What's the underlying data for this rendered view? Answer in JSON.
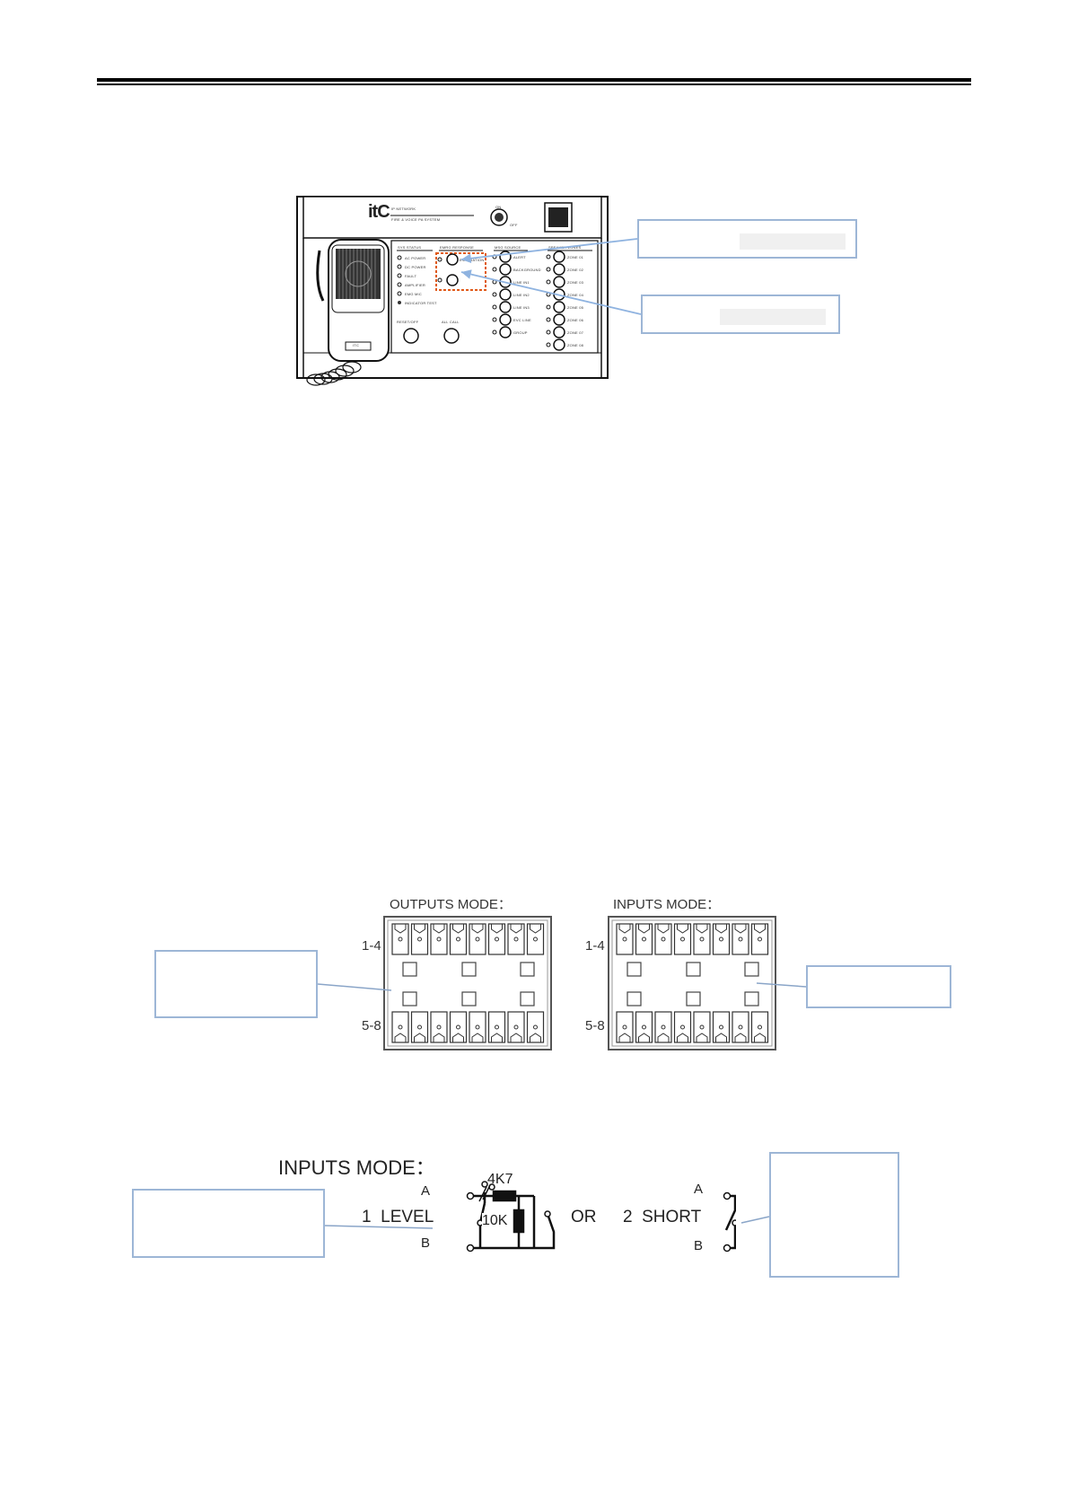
{
  "figure1": {
    "brand": "itC",
    "key_on": "ON",
    "key_off": "OFF",
    "brand_line1": "IP NETWORK",
    "brand_line2": "FIRE & VOICE PA SYSTEM",
    "headers": [
      "SYS STATUS",
      "EMRG RESPONSE",
      "MSG SOURCE",
      "SPEAKER ZONES"
    ],
    "sys_status": [
      "AC POWER",
      "DC POWER",
      "FAULT",
      "AMPLIFIER",
      "EMG MIC",
      "INDICATOR TEST"
    ],
    "emrg_labels": [
      "EVACUATION",
      ""
    ],
    "msg_source": [
      "ALERT",
      "BACKGROUND",
      "LINE IN1",
      "LINE IN2",
      "LINE IN3",
      "EVC LINE",
      "GROUP"
    ],
    "zones": [
      "ZONE 01",
      "ZONE 02",
      "ZONE 03",
      "ZONE 04",
      "ZONE 05",
      "ZONE 06",
      "ZONE 07",
      "ZONE 08"
    ],
    "btn_reset": "RESET/OFF",
    "btn_allcall": "ALL CALL",
    "mic_tag": "ITC"
  },
  "figure2": {
    "outputs_title": "OUTPUTS MODE：",
    "inputs_title": "INPUTS MODE：",
    "row_top": "1-4",
    "row_bottom": "5-8"
  },
  "figure3": {
    "title": "INPUTS MODE：",
    "a": "A",
    "b": "B",
    "r1": "4K7",
    "r2": "10K",
    "level": "1  LEVEL",
    "or": "OR",
    "short": "2  SHORT",
    "a2": "A",
    "b2": "B"
  },
  "colors": {
    "callout_border": "#9db6d6",
    "arrow": "#8fb3e0",
    "highlight": "#e05a1a"
  }
}
